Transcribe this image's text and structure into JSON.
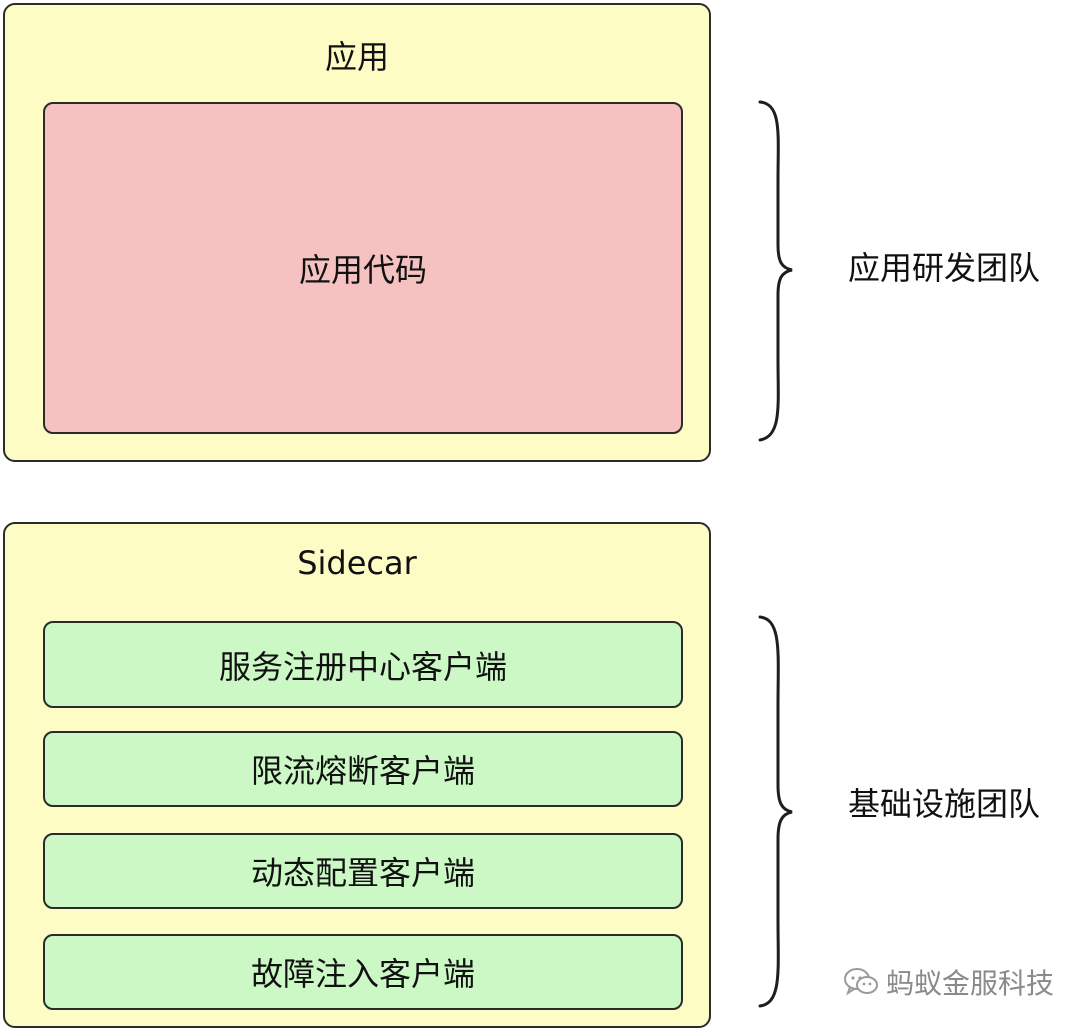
{
  "app_box": {
    "title": "应用",
    "code_label": "应用代码"
  },
  "sidecar_box": {
    "title": "Sidecar",
    "items": [
      "服务注册中心客户端",
      "限流熔断客户端",
      "动态配置客户端",
      "故障注入客户端"
    ]
  },
  "teams": {
    "app_team": "应用研发团队",
    "infra_team": "基础设施团队"
  },
  "watermark": {
    "text": "蚂蚁金服科技",
    "icon": "wechat-icon"
  },
  "colors": {
    "outer_fill": "#fdfcc4",
    "code_fill": "#f6c1c1",
    "client_fill": "#cbf8c5",
    "stroke": "#2b2b2b"
  }
}
